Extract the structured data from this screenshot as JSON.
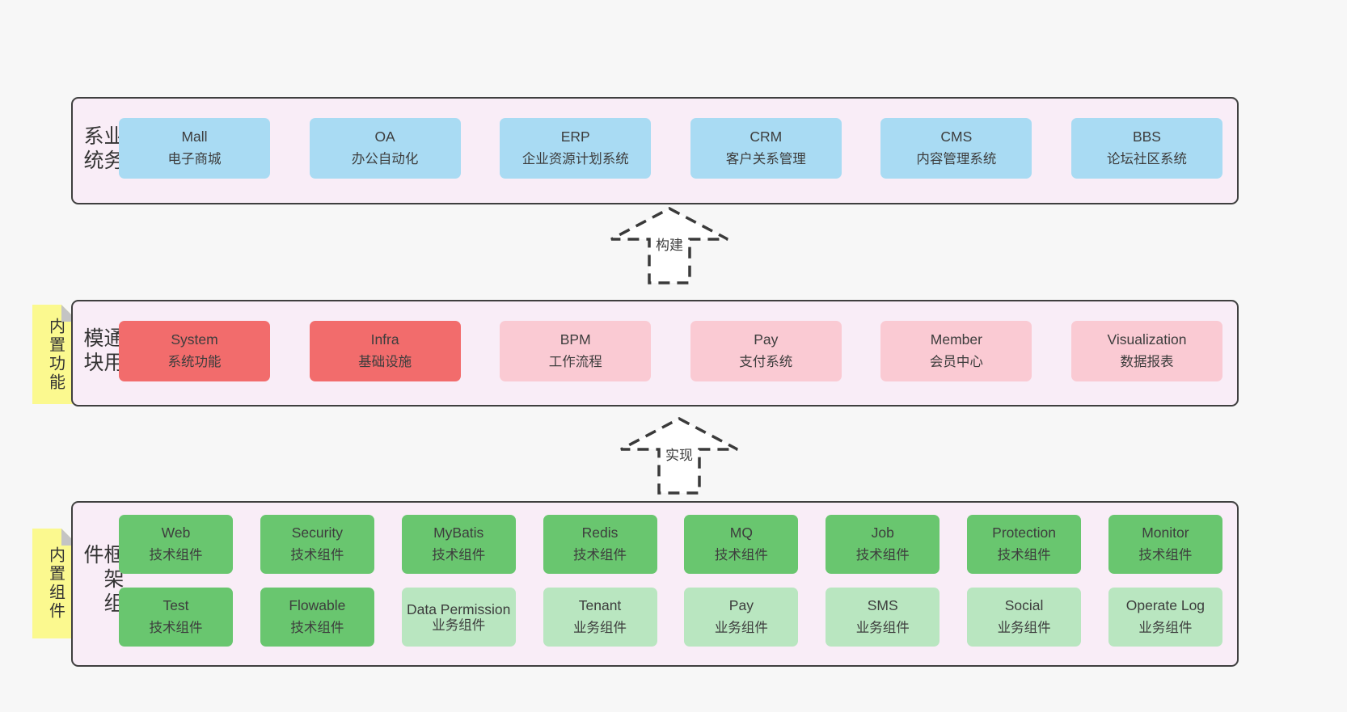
{
  "colors": {
    "background": "#f7f7f7",
    "panel_fill": "#f9edf7",
    "panel_border": "#3f3f3f",
    "blue_box": "#a9dbf3",
    "red_box": "#f26c6c",
    "pink_box": "#facad3",
    "green_box": "#69c66f",
    "light_green_box": "#b9e6c0",
    "sticky_note": "#fbf98f",
    "sticky_fold": "#c4c4c4",
    "text": "#3d3d3d"
  },
  "arrows": [
    {
      "label": "构建"
    },
    {
      "label": "实现"
    }
  ],
  "layers": [
    {
      "side_label": "业务系统",
      "boxes": [
        {
          "title": "Mall",
          "subtitle": "电子商城"
        },
        {
          "title": "OA",
          "subtitle": "办公自动化"
        },
        {
          "title": "ERP",
          "subtitle": "企业资源计划系统"
        },
        {
          "title": "CRM",
          "subtitle": "客户关系管理"
        },
        {
          "title": "CMS",
          "subtitle": "内容管理系统"
        },
        {
          "title": "BBS",
          "subtitle": "论坛社区系统"
        }
      ]
    },
    {
      "side_label": "通用模块",
      "sticky_label": "内置功能",
      "boxes": [
        {
          "title": "System",
          "subtitle": "系统功能"
        },
        {
          "title": "Infra",
          "subtitle": "基础设施"
        },
        {
          "title": "BPM",
          "subtitle": "工作流程"
        },
        {
          "title": "Pay",
          "subtitle": "支付系统"
        },
        {
          "title": "Member",
          "subtitle": "会员中心"
        },
        {
          "title": "Visualization",
          "subtitle": "数据报表"
        }
      ]
    },
    {
      "side_label": "框架组件",
      "sticky_label": "内置组件",
      "rows": [
        [
          {
            "title": "Web",
            "subtitle": "技术组件"
          },
          {
            "title": "Security",
            "subtitle": "技术组件"
          },
          {
            "title": "MyBatis",
            "subtitle": "技术组件"
          },
          {
            "title": "Redis",
            "subtitle": "技术组件"
          },
          {
            "title": "MQ",
            "subtitle": "技术组件"
          },
          {
            "title": "Job",
            "subtitle": "技术组件"
          },
          {
            "title": "Protection",
            "subtitle": "技术组件"
          },
          {
            "title": "Monitor",
            "subtitle": "技术组件"
          }
        ],
        [
          {
            "title": "Test",
            "subtitle": "技术组件"
          },
          {
            "title": "Flowable",
            "subtitle": "技术组件"
          },
          {
            "title": "Data Permission",
            "subtitle": "业务组件"
          },
          {
            "title": "Tenant",
            "subtitle": "业务组件"
          },
          {
            "title": "Pay",
            "subtitle": "业务组件"
          },
          {
            "title": "SMS",
            "subtitle": "业务组件"
          },
          {
            "title": "Social",
            "subtitle": "业务组件"
          },
          {
            "title": "Operate Log",
            "subtitle": "业务组件"
          }
        ]
      ]
    }
  ]
}
